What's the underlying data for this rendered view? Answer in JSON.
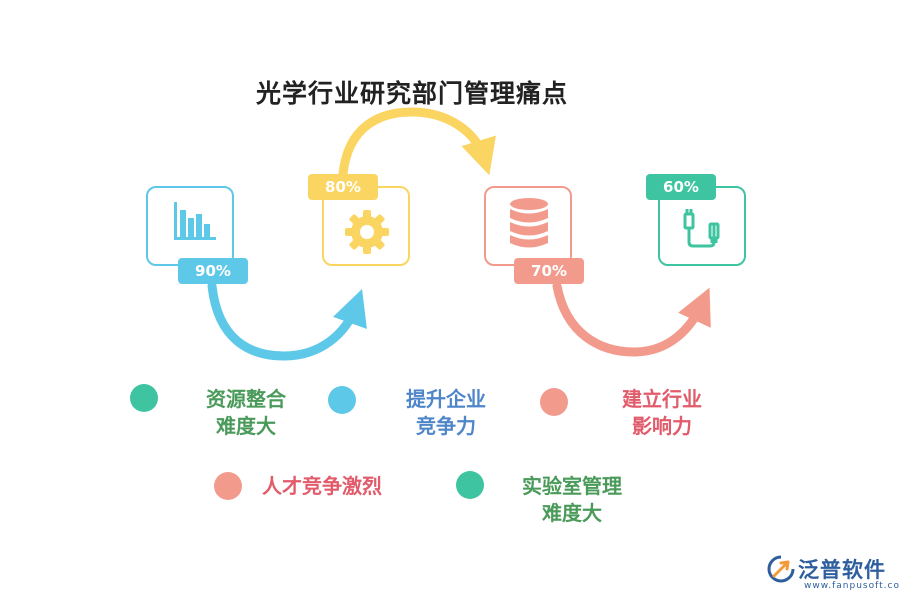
{
  "title": "光学行业研究部门管理痛点",
  "cards": [
    {
      "icon": "bar-chart-icon",
      "badge": "90%",
      "color": "#5ec8e8"
    },
    {
      "icon": "gear-icon",
      "badge": "80%",
      "color": "#fbd561"
    },
    {
      "icon": "database-icon",
      "badge": "70%",
      "color": "#f29b8d"
    },
    {
      "icon": "usb-cable-icon",
      "badge": "60%",
      "color": "#3ec4a0"
    }
  ],
  "legend": [
    {
      "text": "资源整合\n难度大",
      "dot_color": "#3ec4a0",
      "text_color": "#4a9a5a"
    },
    {
      "text": "提升企业\n竞争力",
      "dot_color": "#5ec8e8",
      "text_color": "#4f86c9"
    },
    {
      "text": "建立行业\n影响力",
      "dot_color": "#f29b8d",
      "text_color": "#e15b6b"
    },
    {
      "text": "人才竞争激烈",
      "dot_color": "#f29b8d",
      "text_color": "#e15b6b"
    },
    {
      "text": "实验室管理\n难度大",
      "dot_color": "#3ec4a0",
      "text_color": "#4a9a5a"
    }
  ],
  "logo": {
    "name": "泛普软件",
    "url": "www.fanpusoft.com"
  }
}
